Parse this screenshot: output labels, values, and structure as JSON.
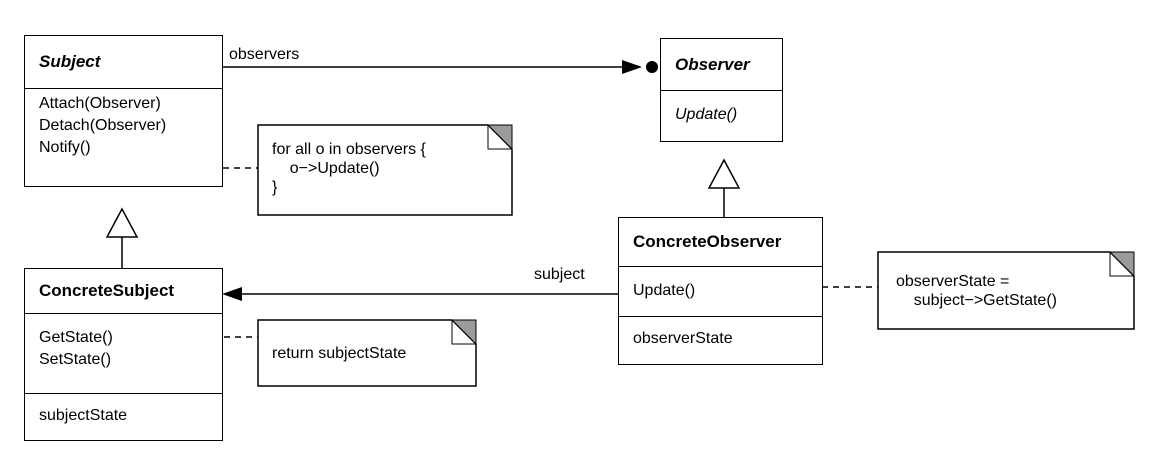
{
  "classes": {
    "subject": {
      "name": "Subject",
      "operations": [
        "Attach(Observer)",
        "Detach(Observer)",
        "Notify()"
      ]
    },
    "observer": {
      "name": "Observer",
      "operations": [
        "Update()"
      ]
    },
    "concrete_subject": {
      "name": "ConcreteSubject",
      "operations": [
        "GetState()",
        "SetState()"
      ],
      "attributes": [
        "subjectState"
      ]
    },
    "concrete_observer": {
      "name": "ConcreteObserver",
      "operations": [
        "Update()"
      ],
      "attributes": [
        "observerState"
      ]
    }
  },
  "notes": {
    "notify": "for all o in observers {\n    o−>Update()\n}",
    "get_state": "return subjectState",
    "update": "observerState =\n    subject−>GetState()"
  },
  "associations": {
    "observers_label": "observers",
    "subject_label": "subject"
  }
}
